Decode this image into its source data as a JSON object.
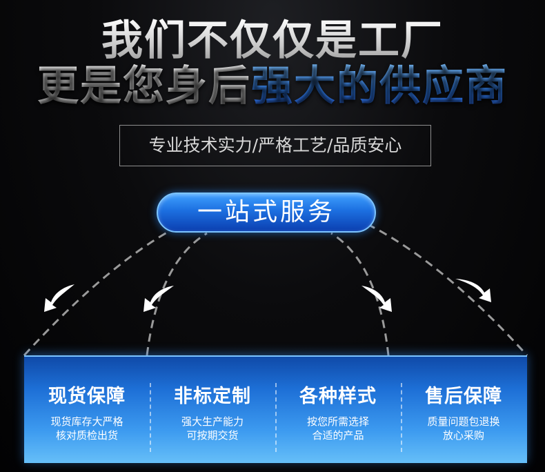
{
  "headline": {
    "line1": "我们不仅仅是工厂",
    "line2_white": "更是您身后",
    "line2_blue": "强大的供应商"
  },
  "tagline": "专业技术实力/严格工艺/品质安心",
  "pill": "一站式服务",
  "services": [
    {
      "title": "现货保障",
      "line1": "现货库存大严格",
      "line2": "核对质检出货"
    },
    {
      "title": "非标定制",
      "line1": "强大生产能力",
      "line2": "可按期交货"
    },
    {
      "title": "各种样式",
      "line1": "按您所需选择",
      "line2": "合适的产品"
    },
    {
      "title": "售后保障",
      "line1": "质量问题包退换",
      "line2": "放心采购"
    }
  ],
  "colors": {
    "accent": "#2f7ff0",
    "panel": "#1d6fd6"
  }
}
